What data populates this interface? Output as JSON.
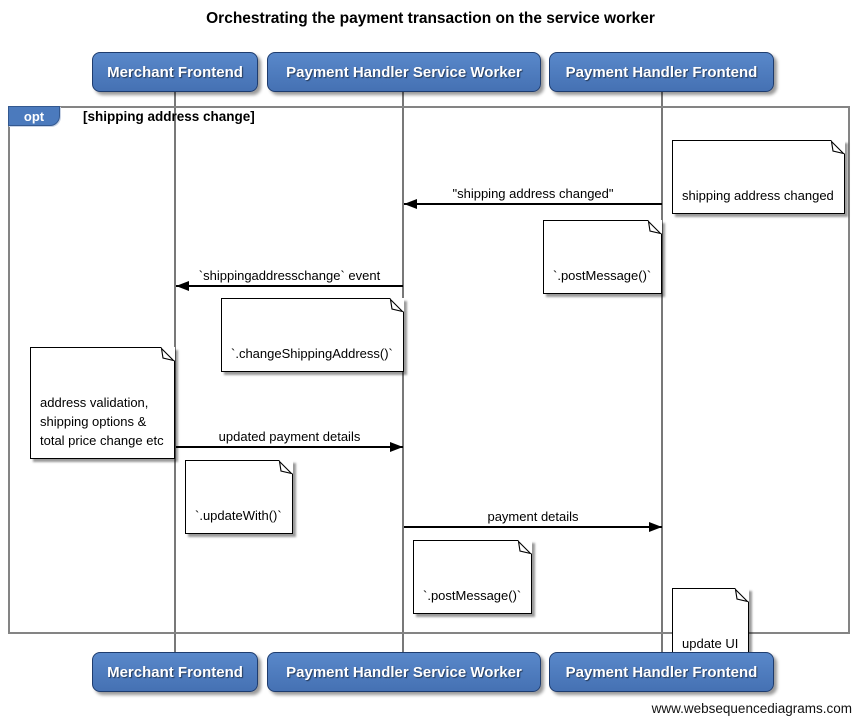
{
  "title": "Orchestrating the payment transaction on the service worker",
  "watermark": "www.websequencediagrams.com",
  "fragment": {
    "operator": "opt",
    "guard": "[shipping address change]"
  },
  "actors": [
    {
      "label": "Merchant Frontend"
    },
    {
      "label": "Payment Handler Service Worker"
    },
    {
      "label": "Payment Handler Frontend"
    }
  ],
  "messages": [
    {
      "from": "Payment Handler Frontend",
      "to": "Payment Handler Service Worker",
      "label": "\"shipping address changed\""
    },
    {
      "from": "Payment Handler Service Worker",
      "to": "Merchant Frontend",
      "label": "`shippingaddresschange` event"
    },
    {
      "from": "Merchant Frontend",
      "to": "Payment Handler Service Worker",
      "label": "updated payment details"
    },
    {
      "from": "Payment Handler Service Worker",
      "to": "Payment Handler Frontend",
      "label": "payment details"
    }
  ],
  "notes": [
    {
      "text": "shipping address changed",
      "position": "right of Payment Handler Frontend"
    },
    {
      "text": "`.postMessage()`",
      "position": "left of Payment Handler Frontend"
    },
    {
      "text": "`.changeShippingAddress()`",
      "position": "left of Payment Handler Service Worker"
    },
    {
      "text": "address validation,\nshipping options &\ntotal price change etc",
      "position": "left of Merchant Frontend"
    },
    {
      "text": "`.updateWith()`",
      "position": "right of Merchant Frontend"
    },
    {
      "text": "`.postMessage()`",
      "position": "right of Payment Handler Service Worker"
    },
    {
      "text": "update UI",
      "position": "right of Payment Handler Frontend"
    }
  ],
  "colors": {
    "actor_fill": "#4b7abd",
    "actor_border": "#1e3c6e",
    "fragment_border": "#848484",
    "lifeline": "#787878",
    "note_bg": "#ffffff",
    "line": "#000000"
  }
}
